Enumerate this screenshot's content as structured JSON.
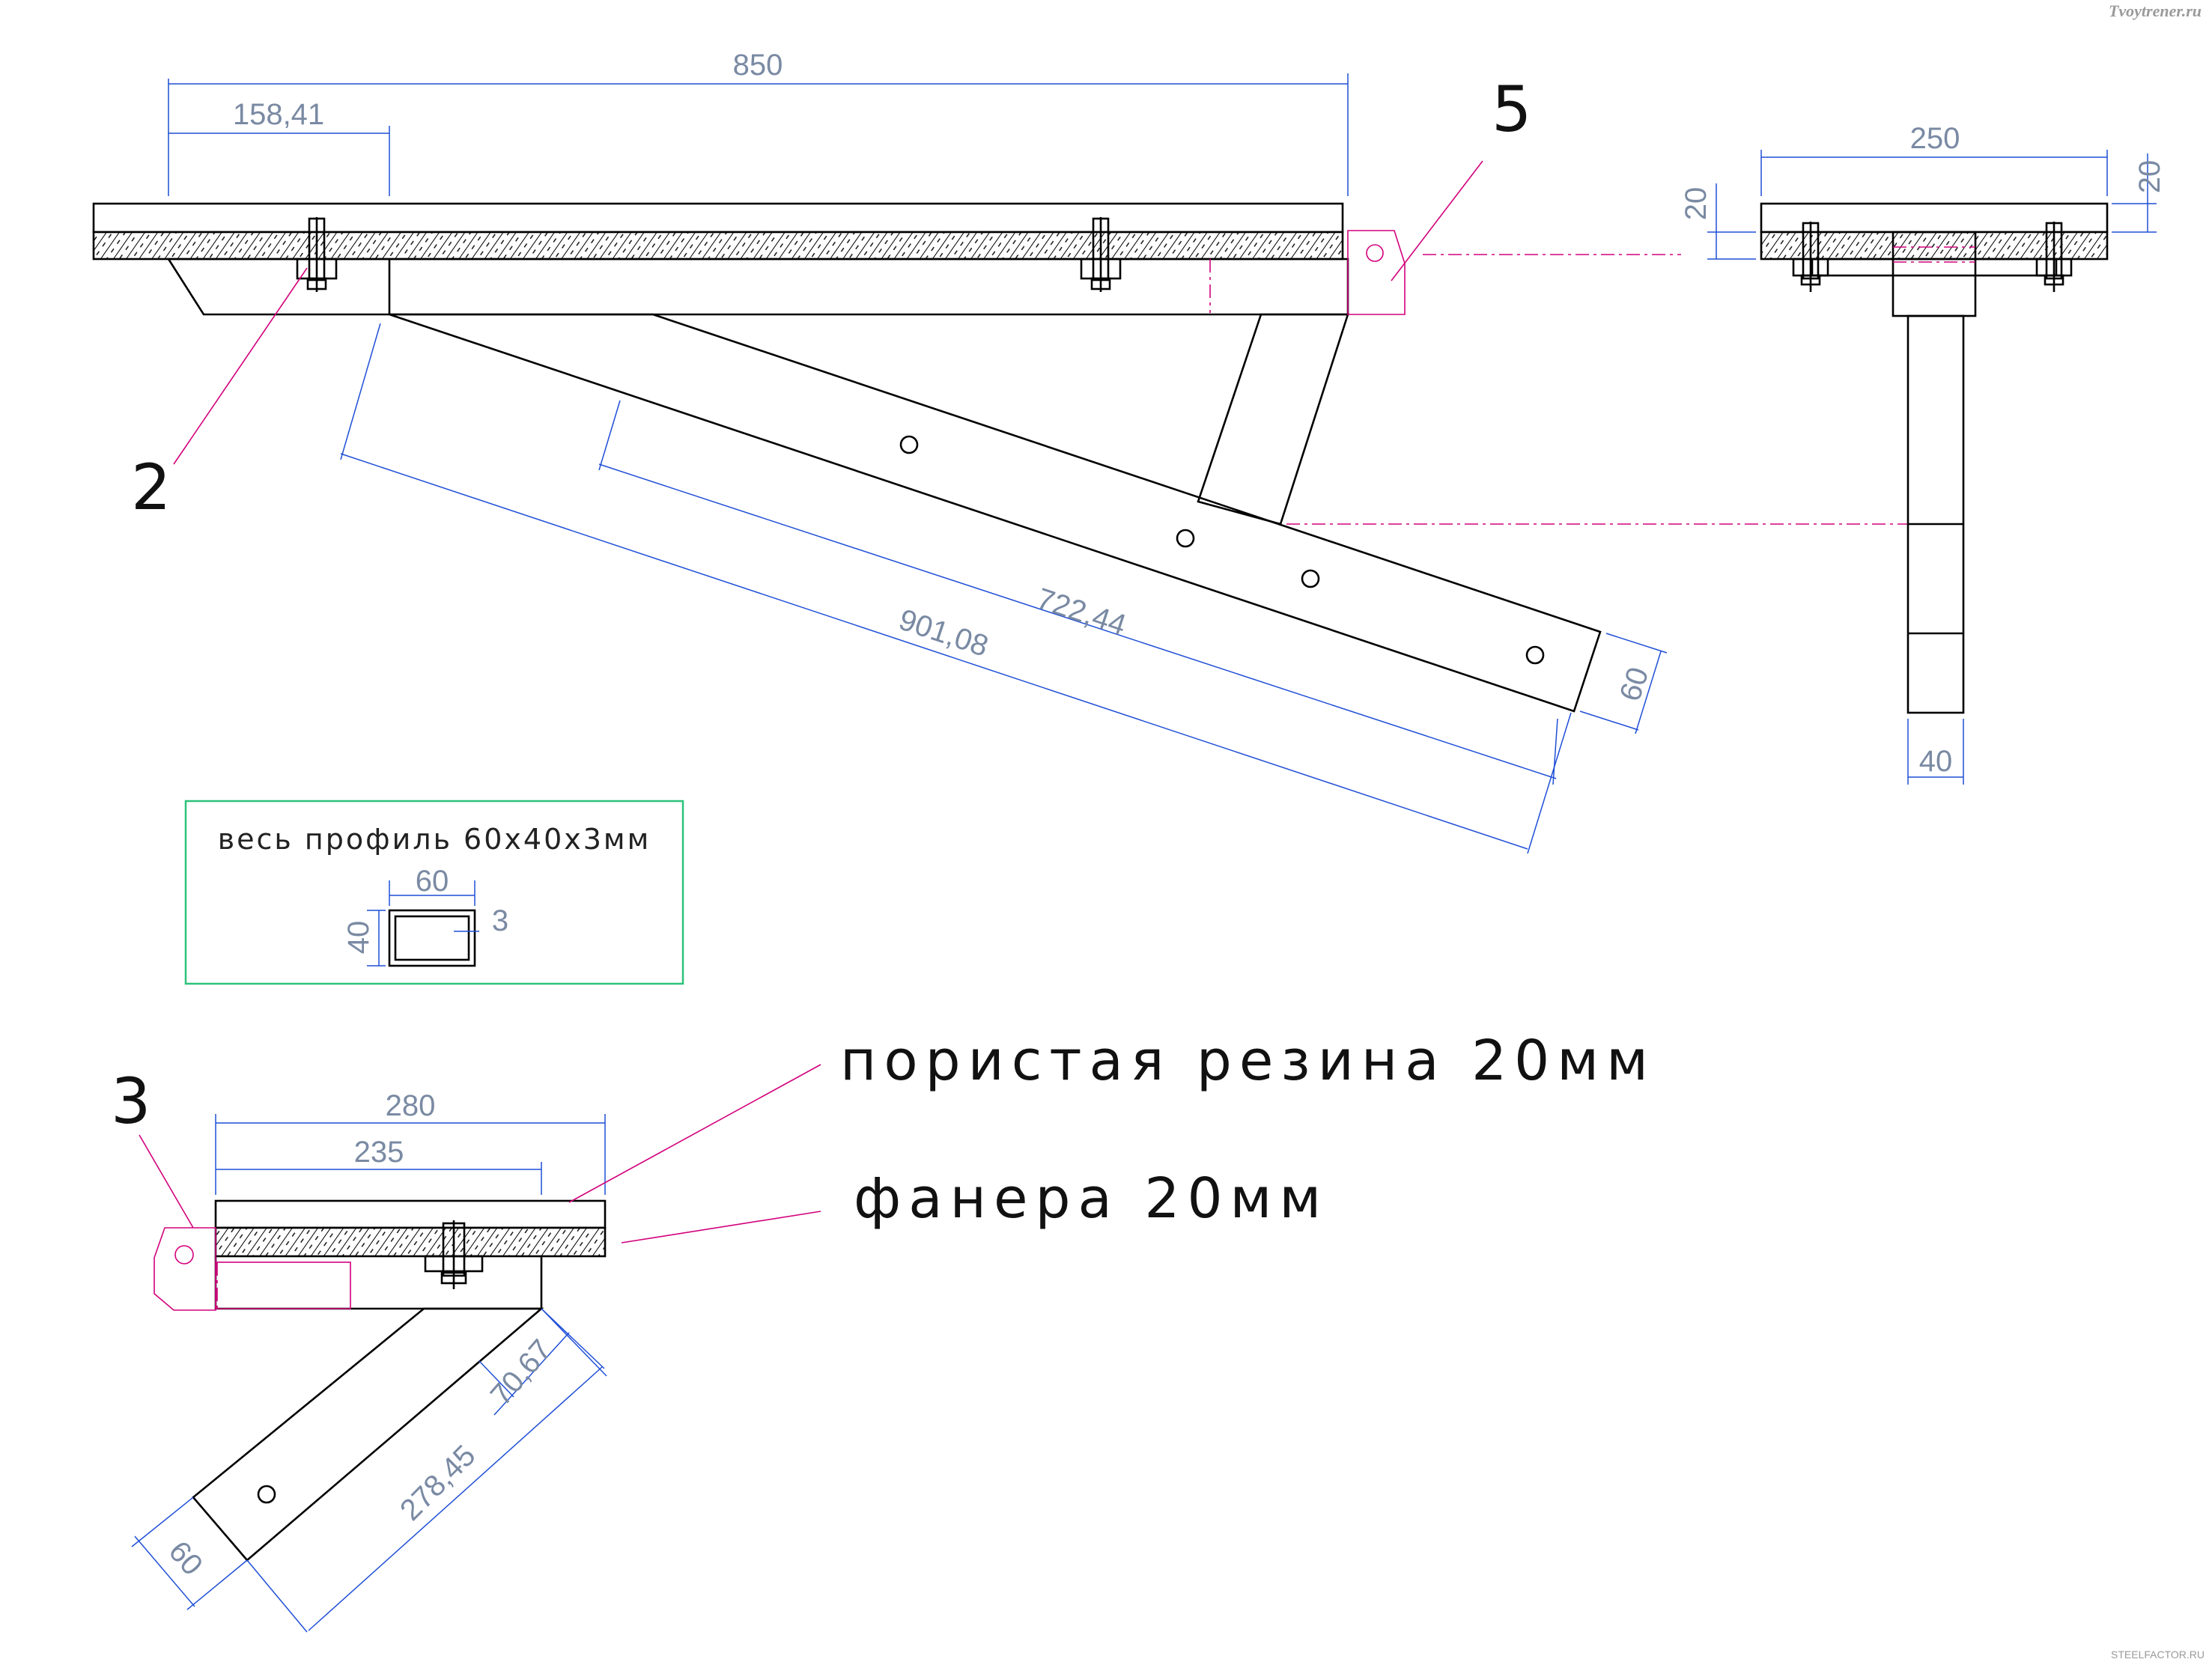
{
  "watermark_top": "Tvoytrener.ru",
  "watermark_bottom": "STEELFACTOR.RU",
  "callouts": {
    "c2": "2",
    "c3": "3",
    "c5": "5"
  },
  "main_view": {
    "dim_total": "850",
    "dim_offset": "158,41",
    "dim_brace": "722,44",
    "dim_leg": "901,08",
    "dim_leg_width": "60"
  },
  "side_view": {
    "dim_width": "250",
    "dim_left_thk": "20",
    "dim_right_thk": "20",
    "dim_post": "40"
  },
  "profile_box": {
    "title": "весь профиль 60х40х3мм",
    "w": "60",
    "h": "40",
    "t": "3"
  },
  "bottom_view": {
    "dim_top": "280",
    "dim_inner": "235",
    "dim_a": "70,67",
    "dim_b": "278,45",
    "dim_w": "60"
  },
  "materials": {
    "rubber": "пористая резина 20мм",
    "plywood": "фанера 20мм"
  },
  "colors": {
    "line": "#000000",
    "dimension": "#1f4fd6",
    "leader": "#d2007c",
    "frame": "#2cc27a"
  }
}
